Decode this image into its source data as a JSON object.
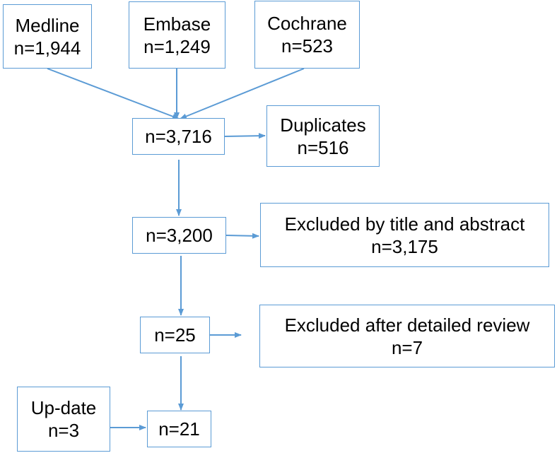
{
  "sources": {
    "medline": {
      "name": "Medline",
      "count": "n=1,944"
    },
    "embase": {
      "name": "Embase",
      "count": "n=1,249"
    },
    "cochrane": {
      "name": "Cochrane",
      "count": "n=523"
    }
  },
  "flow": {
    "combined": "n=3,716",
    "after_duplicates": "n=3,200",
    "after_title_abstract": "n=25",
    "final": "n=21"
  },
  "exclusions": {
    "duplicates": {
      "label": "Duplicates",
      "count": "n=516"
    },
    "title_abstract": {
      "label": "Excluded by title and abstract",
      "count": "n=3,175"
    },
    "detailed_review": {
      "label": "Excluded after detailed review",
      "count": "n=7"
    }
  },
  "update": {
    "label": "Up-date",
    "count": "n=3"
  },
  "colors": {
    "box_border": "#5b9bd5",
    "arrow": "#5b9bd5",
    "text": "#000000"
  }
}
